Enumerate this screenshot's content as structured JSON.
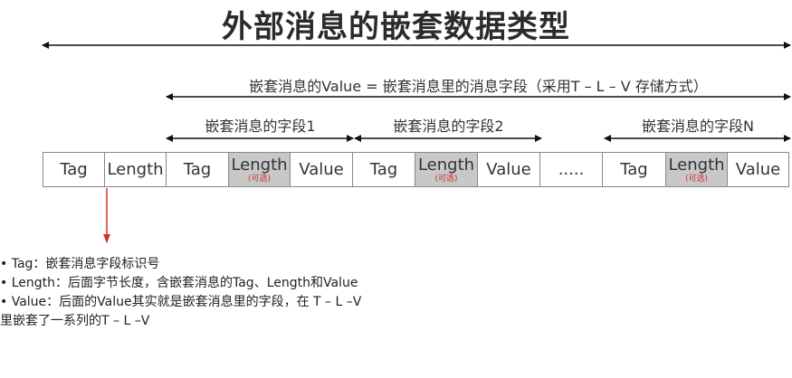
{
  "title": "外部消息的嵌套数据类型",
  "value_label": "嵌套消息的Value = 嵌套消息里的消息字段（采用T – L – V 存储方式）",
  "field_labels": [
    "嵌套消息的字段1",
    "嵌套消息的字段2",
    "嵌套消息的字段N"
  ],
  "cells": {
    "outer_tag": "Tag",
    "outer_length": "Length",
    "tag": "Tag",
    "length": "Length",
    "optional": "(可选)",
    "value": "Value",
    "ellipsis": "....."
  },
  "notes": [
    "• Tag：嵌套消息字段标识号",
    "• Length：后面字节长度，含嵌套消息的Tag、Length和Value",
    "• Value：后面的Value其实就是嵌套消息里的字段，在 T – L –V",
    "里嵌套了一系列的T – L –V"
  ],
  "colors": {
    "pointer_arrow": "#d0332a",
    "optional_cell": "#c8c8c8"
  }
}
